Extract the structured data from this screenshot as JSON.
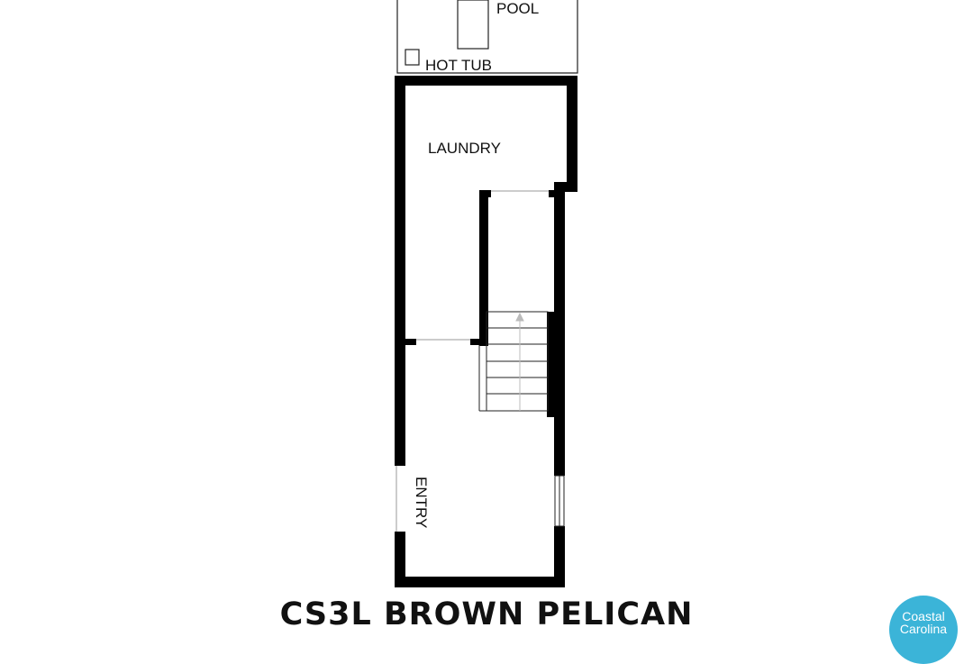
{
  "plan": {
    "rooms": {
      "pool": "POOL",
      "hot_tub": "HOT TUB",
      "laundry": "LAUNDRY",
      "entry": "ENTRY"
    }
  },
  "title": "CS3L BROWN PELICAN",
  "brand": {
    "line1": "Coastal",
    "line2": "Carolina",
    "color": "#3bb4d8"
  },
  "colors": {
    "wall": "#000000",
    "background": "#ffffff",
    "stair_arrow": "#bbbbbb"
  }
}
